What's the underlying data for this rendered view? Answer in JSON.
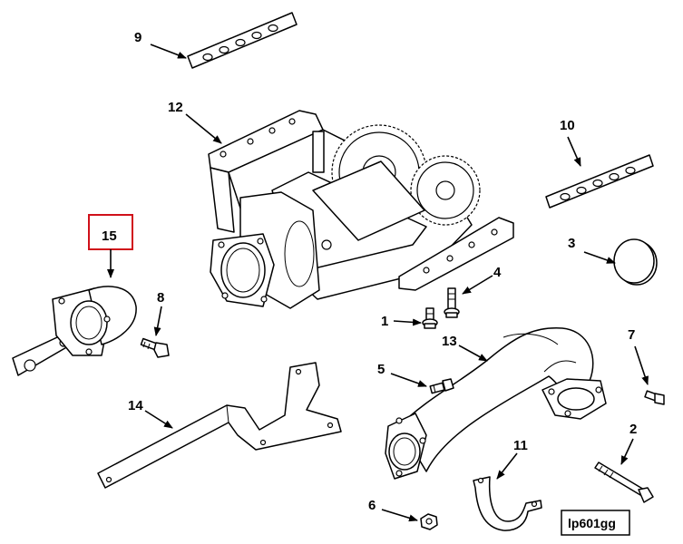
{
  "callouts": {
    "c1": "1",
    "c2": "2",
    "c3": "3",
    "c4": "4",
    "c5": "5",
    "c6": "6",
    "c7": "7",
    "c8": "8",
    "c9": "9",
    "c10": "10",
    "c11": "11",
    "c12": "12",
    "c13": "13",
    "c14": "14",
    "c15": "15"
  },
  "highlight_color": "#d0101a",
  "drawing_id": "lp601gg"
}
